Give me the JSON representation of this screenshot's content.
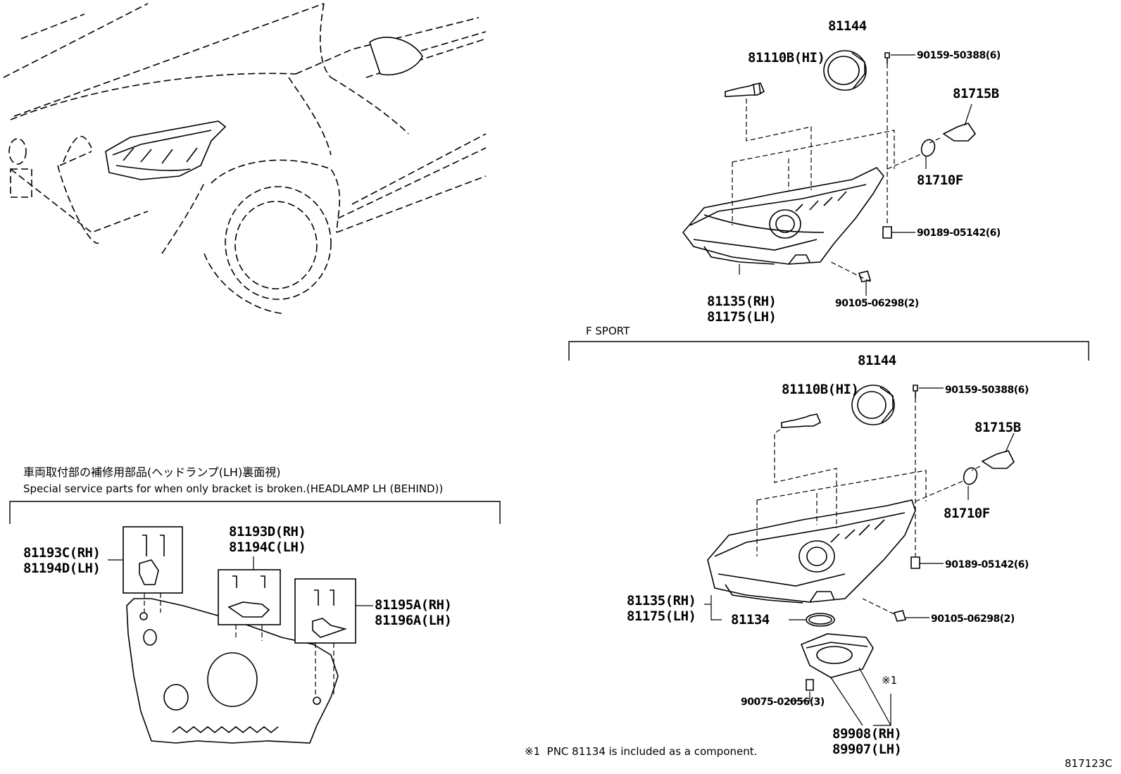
{
  "diagram": {
    "section_fsport": "F SPORT",
    "service_parts": {
      "japanese_title": "車両取付部の補修用部品(ヘッドランプ(LH)裏面視)",
      "english_title": "Special service parts for when only bracket is broken.(HEADLAMP LH (BEHIND))"
    },
    "footnote": "※1  PNC 81134 is included as a component.",
    "illustration_code": "817123C",
    "top_assembly": {
      "p81144": "81144",
      "p81110b": "81110B(HI)",
      "p90159": "90159-50388(6)",
      "p81715b": "81715B",
      "p81710f": "81710F",
      "p90189": "90189-05142(6)",
      "p90105": "90105-06298(2)",
      "p81135": "81135(RH)",
      "p81175": "81175(LH)"
    },
    "fsport_assembly": {
      "p81144": "81144",
      "p81110b": "81110B(HI)",
      "p90159": "90159-50388(6)",
      "p81715b": "81715B",
      "p81710f": "81710F",
      "p90189": "90189-05142(6)",
      "p81135": "81135(RH)",
      "p81175": "81175(LH)",
      "p81134": "81134",
      "p90105": "90105-06298(2)",
      "note_mark": "※1",
      "p90075": "90075-02056(3)",
      "p89908": "89908(RH)",
      "p89907": "89907(LH)"
    },
    "brackets": {
      "p81193c": "81193C(RH)",
      "p81194d": "81194D(LH)",
      "p81193d": "81193D(RH)",
      "p81194c": "81194C(LH)",
      "p81195a": "81195A(RH)",
      "p81196a": "81196A(LH)"
    }
  }
}
